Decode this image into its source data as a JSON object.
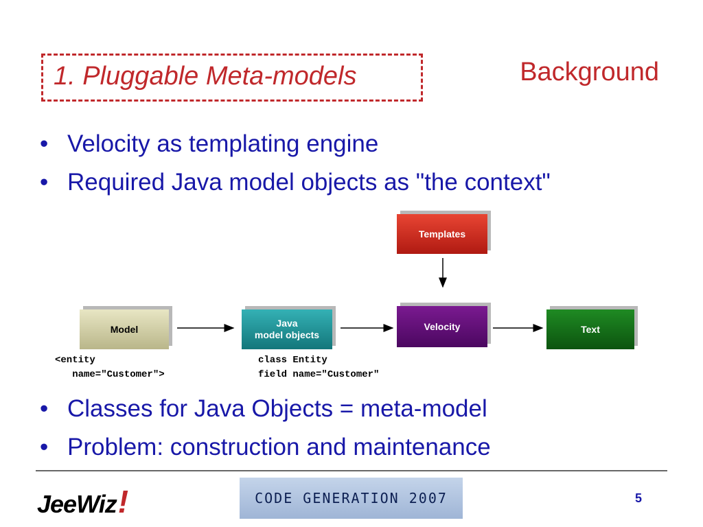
{
  "slide": {
    "title": "1. Pluggable Meta-models",
    "section": "Background",
    "bullets": [
      "Velocity as templating engine",
      "Required Java model objects as \"the context\"",
      "Classes for Java Objects = meta-model",
      "Problem: construction and maintenance"
    ],
    "diagram": {
      "templates": "Templates",
      "model": "Model",
      "java_line1": "Java",
      "java_line2": "model objects",
      "velocity": "Velocity",
      "text": "Text",
      "code_left_1": "<entity",
      "code_left_2": "   name=\"Customer\">",
      "code_right_1": "class Entity",
      "code_right_2": "field name=\"Customer\""
    },
    "footer": {
      "logo": "JeeWiz",
      "logo_mark": "!",
      "banner": "CODE GENERATION 2007",
      "page_number": "5"
    }
  }
}
